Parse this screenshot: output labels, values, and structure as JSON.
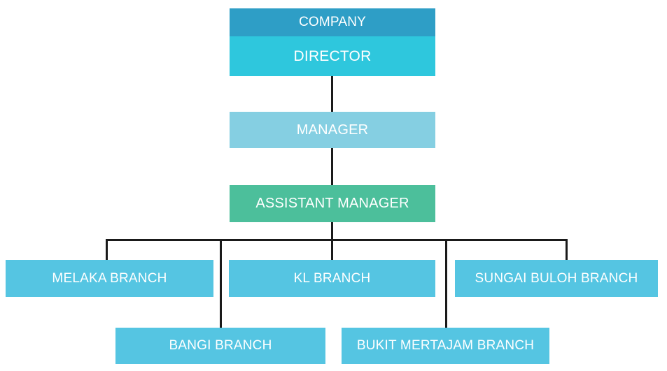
{
  "chart_data": {
    "type": "diagram",
    "subtype": "organizational-chart",
    "title": "",
    "orientation": "top-down",
    "levels": [
      {
        "level": 1,
        "nodes": [
          "COMPANY"
        ]
      },
      {
        "level": 2,
        "nodes": [
          "DIRECTOR"
        ]
      },
      {
        "level": 3,
        "nodes": [
          "MANAGER"
        ]
      },
      {
        "level": 4,
        "nodes": [
          "ASSISTANT MANAGER"
        ]
      },
      {
        "level": 5,
        "nodes": [
          "MELAKA BRANCH",
          "KL BRANCH",
          "SUNGAI BULOH BRANCH",
          "BANGI BRANCH",
          "BUKIT MERTAJAM BRANCH"
        ]
      }
    ],
    "edges": [
      {
        "from": "DIRECTOR",
        "to": "MANAGER"
      },
      {
        "from": "MANAGER",
        "to": "ASSISTANT MANAGER"
      },
      {
        "from": "ASSISTANT MANAGER",
        "to": "MELAKA BRANCH"
      },
      {
        "from": "ASSISTANT MANAGER",
        "to": "KL BRANCH"
      },
      {
        "from": "ASSISTANT MANAGER",
        "to": "SUNGAI BULOH BRANCH"
      },
      {
        "from": "ASSISTANT MANAGER",
        "to": "BANGI BRANCH"
      },
      {
        "from": "ASSISTANT MANAGER",
        "to": "BUKIT MERTAJAM BRANCH"
      }
    ]
  },
  "nodes": {
    "company": {
      "label": "COMPANY",
      "color": "#2e9ec6"
    },
    "director": {
      "label": "DIRECTOR",
      "color": "#2ec7dd"
    },
    "manager": {
      "label": "MANAGER",
      "color": "#85cfe2"
    },
    "assistant_manager": {
      "label": "ASSISTANT MANAGER",
      "color": "#4cbf9b"
    },
    "branches": [
      {
        "label": "MELAKA BRANCH",
        "color": "#55c5e2"
      },
      {
        "label": "KL BRANCH",
        "color": "#55c5e2"
      },
      {
        "label": "SUNGAI BULOH BRANCH",
        "color": "#55c5e2"
      },
      {
        "label": "BANGI BRANCH",
        "color": "#55c5e2"
      },
      {
        "label": "BUKIT MERTAJAM BRANCH",
        "color": "#55c5e2"
      }
    ]
  },
  "theme": {
    "background": "#ffffff",
    "connector_color": "#1a1a1a",
    "text_color": "#ffffff"
  }
}
